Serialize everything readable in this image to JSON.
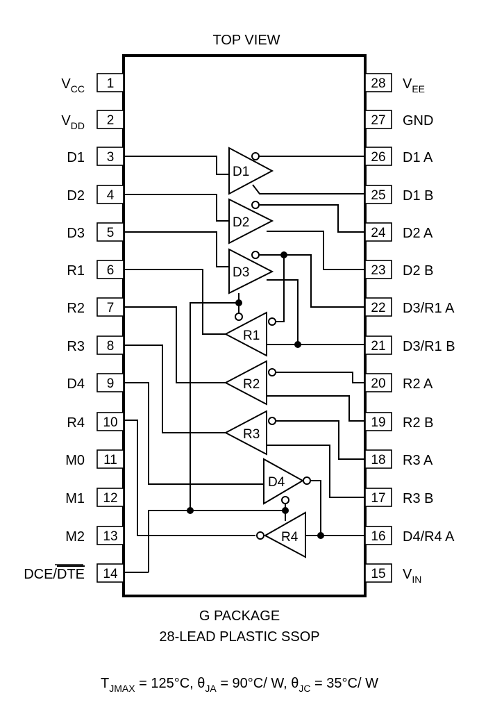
{
  "top_view": "TOP VIEW",
  "package": "G PACKAGE",
  "package_desc": "28-LEAD PLASTIC SSOP",
  "thermal": {
    "t_main": "T",
    "t_sub": "JMAX",
    "t_val": " = 125°C, θ",
    "ja_sub": "JA",
    "ja_val": " = 90°C/ W, θ",
    "jc_sub": "JC",
    "jc_val": " = 35°C/ W"
  },
  "left_pins": [
    {
      "num": "1",
      "name": "V",
      "sub": "CC"
    },
    {
      "num": "2",
      "name": "V",
      "sub": "DD"
    },
    {
      "num": "3",
      "name": "D1"
    },
    {
      "num": "4",
      "name": "D2"
    },
    {
      "num": "5",
      "name": "D3"
    },
    {
      "num": "6",
      "name": "R1"
    },
    {
      "num": "7",
      "name": "R2"
    },
    {
      "num": "8",
      "name": "R3"
    },
    {
      "num": "9",
      "name": "D4"
    },
    {
      "num": "10",
      "name": "R4"
    },
    {
      "num": "11",
      "name": "M0"
    },
    {
      "num": "12",
      "name": "M1"
    },
    {
      "num": "13",
      "name": "M2"
    },
    {
      "num": "14",
      "name": "DCE/",
      "overline": "DTE"
    }
  ],
  "right_pins": [
    {
      "num": "28",
      "name": "V",
      "sub": "EE"
    },
    {
      "num": "27",
      "name": "GND"
    },
    {
      "num": "26",
      "name": "D1 A"
    },
    {
      "num": "25",
      "name": "D1 B"
    },
    {
      "num": "24",
      "name": "D2 A"
    },
    {
      "num": "23",
      "name": "D2 B"
    },
    {
      "num": "22",
      "name": "D3/R1 A"
    },
    {
      "num": "21",
      "name": "D3/R1 B"
    },
    {
      "num": "20",
      "name": "R2 A"
    },
    {
      "num": "19",
      "name": "R2 B"
    },
    {
      "num": "18",
      "name": "R3 A"
    },
    {
      "num": "17",
      "name": "R3 B"
    },
    {
      "num": "16",
      "name": "D4/R4 A"
    },
    {
      "num": "15",
      "name": "V",
      "sub": "IN"
    }
  ],
  "gates": [
    "D1",
    "D2",
    "D3",
    "R1",
    "R2",
    "R3",
    "D4",
    "R4"
  ]
}
